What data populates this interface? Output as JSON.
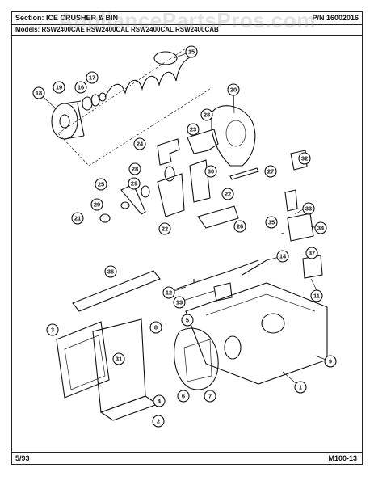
{
  "header": {
    "section_label": "Section: ICE CRUSHER & BIN",
    "part_number": "P/N 16002016",
    "models": "Models: RSW2400CAE  RSW2400CAL  RSW2400CAL  RSW2400CAB"
  },
  "watermark": "AppliancePartsPros.com",
  "footer": {
    "date": "5/93",
    "page_code": "M100-13"
  },
  "callouts": [
    "1",
    "2",
    "3",
    "4",
    "5",
    "6",
    "7",
    "8",
    "9",
    "11",
    "12",
    "13",
    "14",
    "15",
    "16",
    "17",
    "18",
    "19",
    "20",
    "21",
    "22",
    "22",
    "23",
    "24",
    "25",
    "26",
    "27",
    "28",
    "28",
    "29",
    "29",
    "30",
    "31",
    "32",
    "33",
    "34",
    "35",
    "36",
    "37"
  ]
}
